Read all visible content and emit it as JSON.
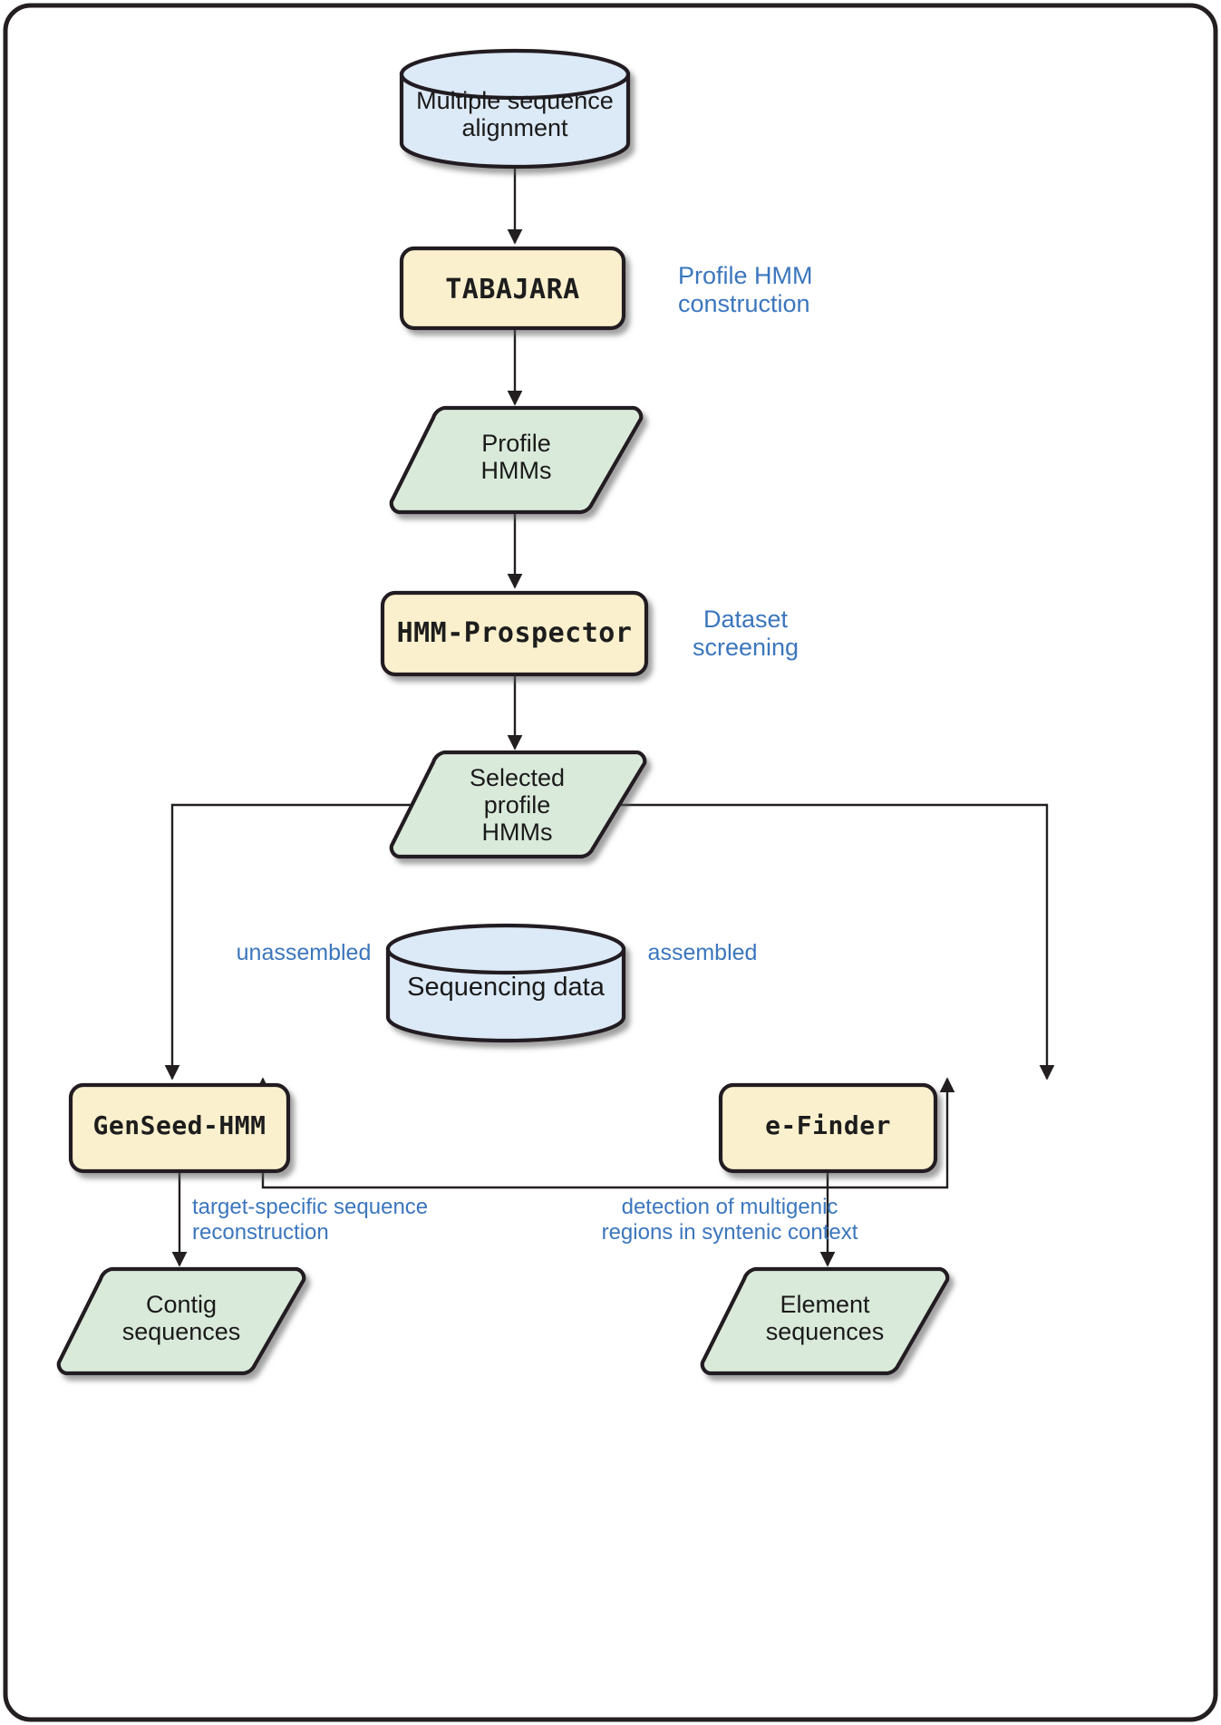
{
  "diagram": {
    "title": "HMM-based pipeline flowchart",
    "colors": {
      "data_store_fill": "#dce9f6",
      "process_fill": "#fbf0cd",
      "io_fill": "#daeada",
      "stroke": "#231f20",
      "annotation": "#3b76bd",
      "background": "#ffffff"
    },
    "nodes": [
      {
        "id": "multiple-sequence-alignment",
        "shape": "cylinder",
        "label": "Multiple sequence\nalignment"
      },
      {
        "id": "tabajara",
        "shape": "rounded-rect",
        "label": "TABAJARA"
      },
      {
        "id": "profile-hmms",
        "shape": "parallelogram",
        "label": "Profile\nHMMs"
      },
      {
        "id": "hmm-prospector",
        "shape": "rounded-rect",
        "label": "HMM-Prospector"
      },
      {
        "id": "selected-profile-hmms",
        "shape": "parallelogram",
        "label": "Selected\nprofile\nHMMs"
      },
      {
        "id": "sequencing-data",
        "shape": "cylinder",
        "label": "Sequencing data"
      },
      {
        "id": "genseed-hmm",
        "shape": "rounded-rect",
        "label": "GenSeed-HMM"
      },
      {
        "id": "e-finder",
        "shape": "rounded-rect",
        "label": "e-Finder"
      },
      {
        "id": "contig-sequences",
        "shape": "parallelogram",
        "label": "Contig\nsequences"
      },
      {
        "id": "element-sequences",
        "shape": "parallelogram",
        "label": "Element\nsequences"
      }
    ],
    "annotations": [
      {
        "id": "profile-hmm-construction",
        "text": "Profile HMM\nconstruction"
      },
      {
        "id": "dataset-screening",
        "text": "Dataset\nscreening"
      },
      {
        "id": "unassembled",
        "text": "unassembled"
      },
      {
        "id": "assembled",
        "text": "assembled"
      },
      {
        "id": "target-specific-sequence-reconstruction",
        "text": "target-specific sequence\nreconstruction"
      },
      {
        "id": "detection-of-multigenic-regions",
        "text": "detection of multigenic\nregions in syntenic context"
      }
    ],
    "edges": [
      {
        "id": "msa-to-tabajara",
        "from": "multiple-sequence-alignment",
        "to": "tabajara"
      },
      {
        "id": "tabajara-to-profile-hmms",
        "from": "tabajara",
        "to": "profile-hmms"
      },
      {
        "id": "profile-hmms-to-prospector",
        "from": "profile-hmms",
        "to": "hmm-prospector"
      },
      {
        "id": "prospector-to-selected",
        "from": "hmm-prospector",
        "to": "selected-profile-hmms"
      },
      {
        "id": "selected-to-genseed",
        "from": "selected-profile-hmms",
        "to": "genseed-hmm"
      },
      {
        "id": "selected-to-efinder",
        "from": "selected-profile-hmms",
        "to": "e-finder"
      },
      {
        "id": "seqdata-unassembled-to-genseed",
        "from": "sequencing-data",
        "to": "genseed-hmm",
        "label": "unassembled"
      },
      {
        "id": "seqdata-assembled-to-efinder",
        "from": "sequencing-data",
        "to": "e-finder",
        "label": "assembled"
      },
      {
        "id": "genseed-to-contig",
        "from": "genseed-hmm",
        "to": "contig-sequences"
      },
      {
        "id": "efinder-to-element",
        "from": "e-finder",
        "to": "element-sequences"
      }
    ]
  }
}
